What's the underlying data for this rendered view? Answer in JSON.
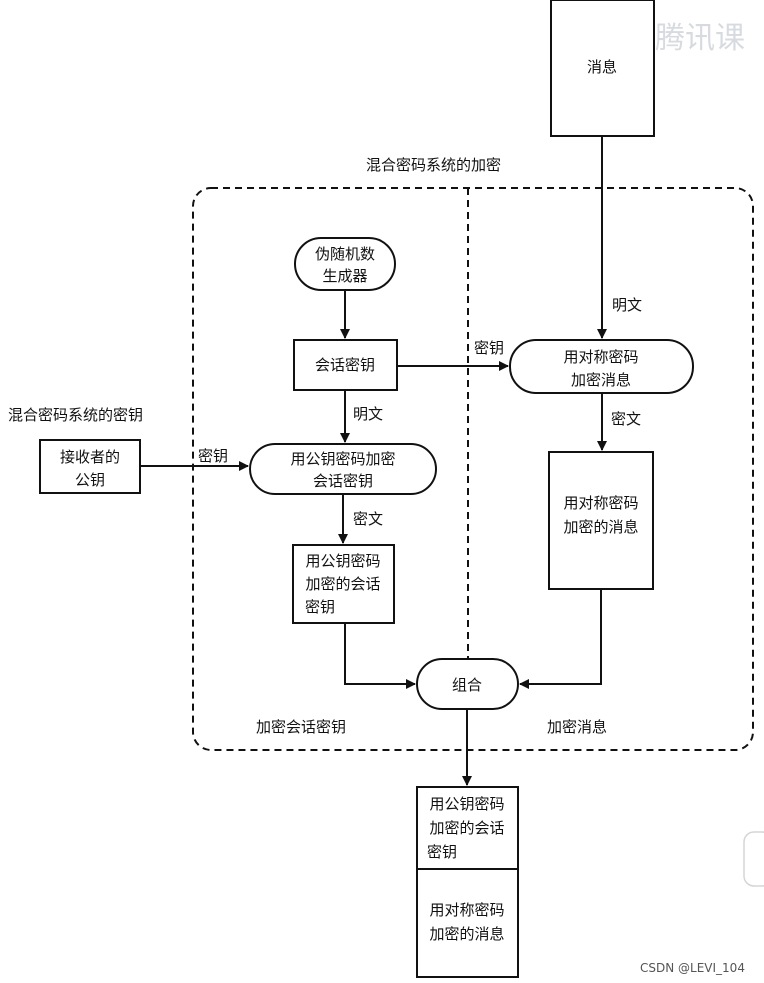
{
  "watermark": {
    "text": "腾讯课",
    "icon": "play-icon"
  },
  "credit": "CSDN @LEVI_104",
  "titles": {
    "hybrid_encryption": "混合密码系统的加密",
    "hybrid_key": "混合密码系统的密钥"
  },
  "nodes": {
    "message": "消息",
    "prng": [
      "伪随机数",
      "生成器"
    ],
    "session_key": "会话密钥",
    "receiver_pubkey": [
      "接收者的",
      "公钥"
    ],
    "pk_encrypt": [
      "用公钥密码加密",
      "会话密钥"
    ],
    "pk_encrypted_key": [
      "用公钥密码",
      "加密的会话",
      "密钥"
    ],
    "sym_encrypt": [
      "用对称密码",
      "加密消息"
    ],
    "sym_encrypted_msg": [
      "用对称密码",
      "加密的消息"
    ],
    "combine": "组合",
    "output_top": [
      "用公钥密码",
      "加密的会话",
      "密钥"
    ],
    "output_bottom": [
      "用对称密码",
      "加密的消息"
    ]
  },
  "edge_labels": {
    "plaintext_right": "明文",
    "key_to_sym": "密钥",
    "ciphertext_right": "密文",
    "plaintext_left": "明文",
    "key_to_pk": "密钥",
    "ciphertext_left": "密文"
  },
  "region_labels": {
    "encrypt_session_key": "加密会话密钥",
    "encrypt_message": "加密消息"
  },
  "colors": {
    "watermark_icon": "#5fb0ee",
    "watermark_text": "#d7dbe0",
    "stroke": "#111111"
  }
}
